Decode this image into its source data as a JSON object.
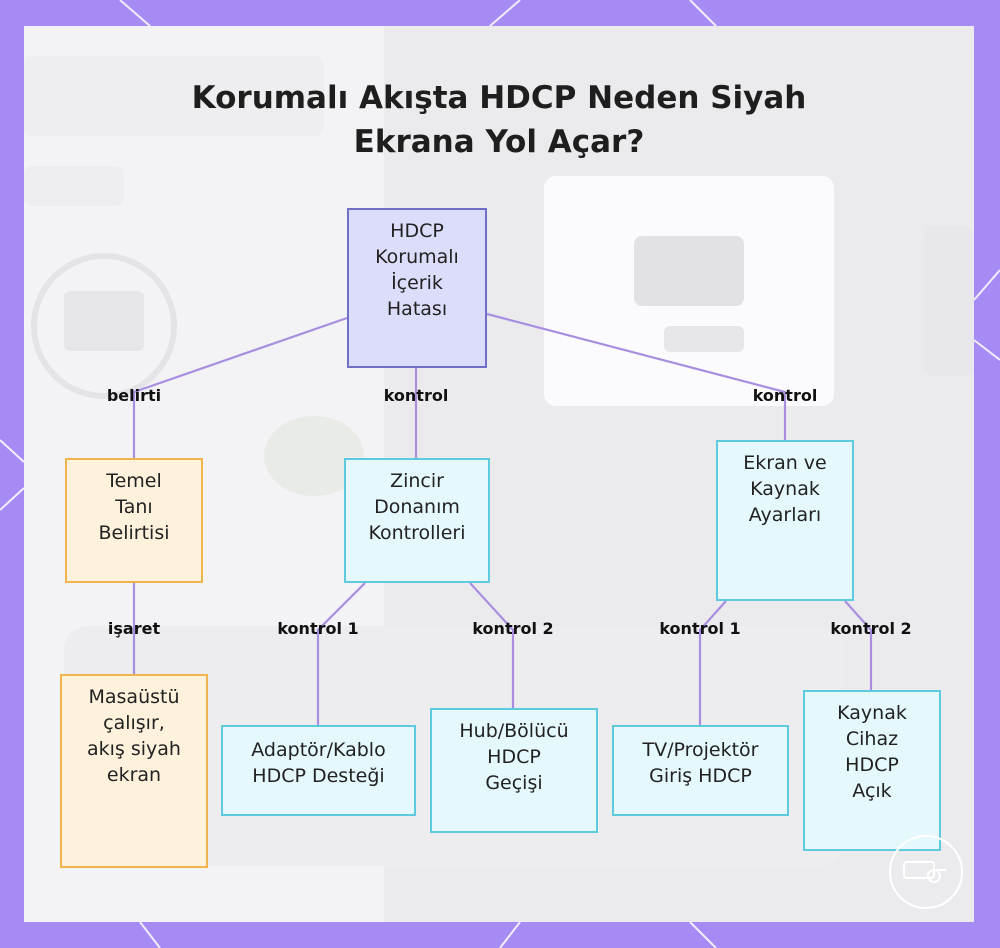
{
  "title_lines": [
    "Korumalı Akışta HDCP Neden Siyah",
    "Ekrana Yol Açar?"
  ],
  "nodes": {
    "root": "HDCP\nKorumalı\nİçerik\nHatası",
    "symptom": "Temel\nTanı\nBelirtisi",
    "chain": "Zincir\nDonanım\nKontrolleri",
    "display": "Ekran ve\nKaynak\nAyarları",
    "desktop": "Masaüstü\nçalışır,\nakış siyah\nekran",
    "adapter": "Adaptör/Kablo\nHDCP Desteği",
    "hub": "Hub/Bölücü\nHDCP\nGeçişi",
    "tv": "TV/Projektör\nGiriş HDCP",
    "source": "Kaynak\nCihaz\nHDCP\nAçık"
  },
  "edge_labels": {
    "root_symptom": "belirti",
    "root_chain": "kontrol",
    "root_display": "kontrol",
    "symptom_desktop": "işaret",
    "chain_adapter": "kontrol 1",
    "chain_hub": "kontrol 2",
    "display_tv": "kontrol 1",
    "display_source": "kontrol 2"
  },
  "colors": {
    "frame": "#a68bf5",
    "edge": "#a98ee0",
    "root_fill": "#dcdcfb",
    "orange_border": "#efb54c",
    "cyan_border": "#5fc9dd"
  }
}
